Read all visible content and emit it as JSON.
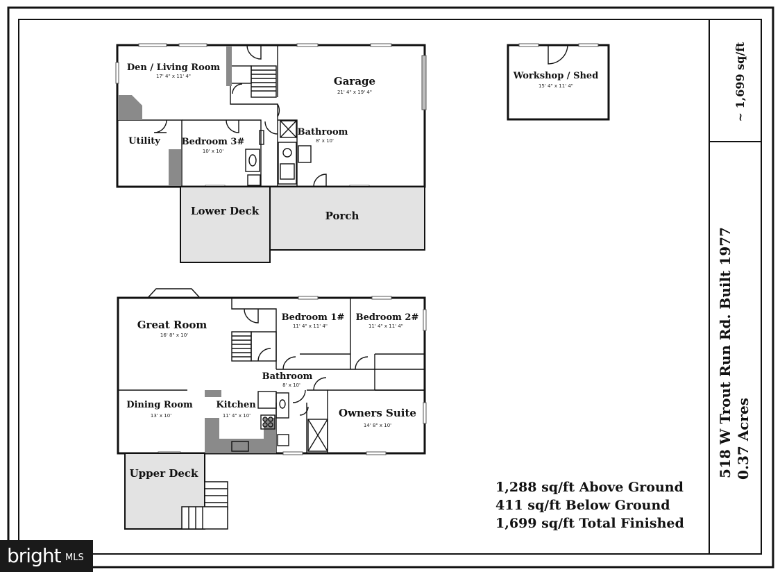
{
  "sidebar": {
    "total_sqft": "~ 1,699 sq/ft",
    "address": "518 W Trout Run Rd.  Built 1977",
    "acres": "0.37 Acres"
  },
  "lower_level": {
    "rooms": [
      {
        "name": "Den / Living Room",
        "dim": "17' 4\" x 11' 4\""
      },
      {
        "name": "Garage",
        "dim": "21' 4\" x 19' 4\""
      },
      {
        "name": "Utility",
        "dim": ""
      },
      {
        "name": "Bedroom 3#",
        "dim": "10' x 10'"
      },
      {
        "name": "Bathroom",
        "dim": "8' x 10'"
      },
      {
        "name": "Lower Deck",
        "dim": ""
      },
      {
        "name": "Porch",
        "dim": ""
      }
    ]
  },
  "outbuilding": {
    "name": "Workshop / Shed",
    "dim": "15' 4\" x 11' 4\""
  },
  "upper_level": {
    "rooms": [
      {
        "name": "Great Room",
        "dim": "16' 8\" x 10'"
      },
      {
        "name": "Bedroom 1#",
        "dim": "11' 4\" x 11' 4\""
      },
      {
        "name": "Bedroom 2#",
        "dim": "11' 4\" x 11' 4\""
      },
      {
        "name": "Bathroom",
        "dim": "8' x 10'"
      },
      {
        "name": "Dining Room",
        "dim": "13' x 10'"
      },
      {
        "name": "Kitchen",
        "dim": "11' 4\" x 10'"
      },
      {
        "name": "Owners Suite",
        "dim": "14' 8\" x 10'"
      },
      {
        "name": "Upper Deck",
        "dim": ""
      }
    ]
  },
  "summary": [
    "1,288 sq/ft Above Ground",
    "411 sq/ft Below Ground",
    "1,699 sq/ft Total Finished"
  ],
  "watermark": {
    "brand": "bright",
    "suffix": "MLS"
  }
}
